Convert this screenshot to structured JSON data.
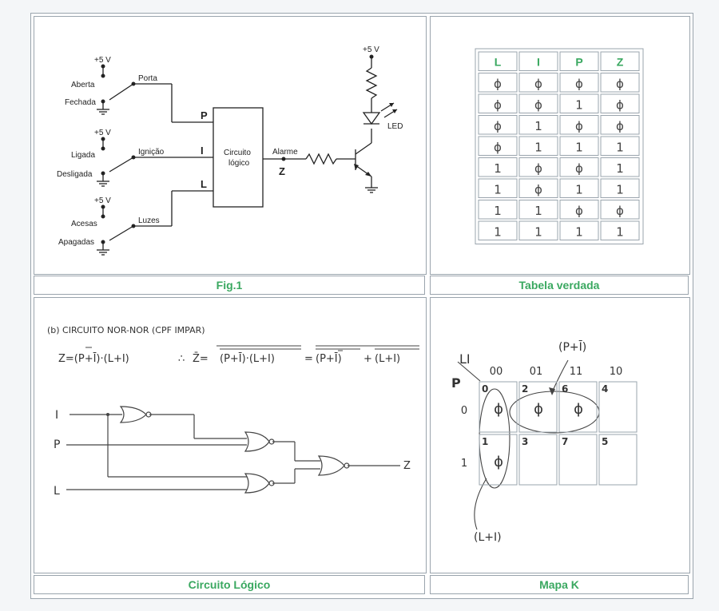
{
  "captions": {
    "fig1": "Fig.1",
    "tabela": "Tabela verdada",
    "circuito": "Circuito Lógico",
    "mapa": "Mapa K"
  },
  "fig1": {
    "v5": "+5 V",
    "porta": {
      "label": "Porta",
      "on": "Aberta",
      "off": "Fechada",
      "letter": "P"
    },
    "ignicao": {
      "label": "Ignição",
      "on": "Ligada",
      "off": "Desligada",
      "letter": "I"
    },
    "luzes": {
      "label": "Luzes",
      "on": "Acesas",
      "off": "Apagadas",
      "letter": "L"
    },
    "block_line1": "Circuito",
    "block_line2": "lógico",
    "alarme": "Alarme",
    "z": "Z",
    "led": "LED"
  },
  "truth_table": {
    "headers": [
      "L",
      "I",
      "P",
      "Z"
    ],
    "rows": [
      [
        "ϕ",
        "ϕ",
        "ϕ",
        "ϕ"
      ],
      [
        "ϕ",
        "ϕ",
        "1",
        "ϕ"
      ],
      [
        "ϕ",
        "1",
        "ϕ",
        "ϕ"
      ],
      [
        "ϕ",
        "1",
        "1",
        "1"
      ],
      [
        "1",
        "ϕ",
        "ϕ",
        "1"
      ],
      [
        "1",
        "ϕ",
        "1",
        "1"
      ],
      [
        "1",
        "1",
        "ϕ",
        "ϕ"
      ],
      [
        "1",
        "1",
        "1",
        "1"
      ]
    ]
  },
  "circuit": {
    "heading": "(b) CIRCUITO NOR-NOR (CPF IMPAR)",
    "eq_left": "Z=(P+Ī)·(L+I)",
    "therefore": "∴",
    "eq_mid": "Z̄=",
    "eq_mid_expr": "(P+Ī)·(L+I)",
    "eq_eq": "=",
    "eq_right_a": "(P+Ī)",
    "eq_plus": "+",
    "eq_right_b": "(L+I)",
    "in_i": "I",
    "in_p": "P",
    "in_l": "L",
    "out_z": "Z"
  },
  "kmap": {
    "var_label": "LI",
    "row_var": "P",
    "col_headers": [
      "00",
      "01",
      "11",
      "10"
    ],
    "row_headers": [
      "0",
      "1"
    ],
    "cell_index": [
      [
        "0",
        "2",
        "6",
        "4"
      ],
      [
        "1",
        "3",
        "7",
        "5"
      ]
    ],
    "cell_value": [
      [
        "ϕ",
        "ϕ",
        "ϕ",
        ""
      ],
      [
        "ϕ",
        "",
        "",
        ""
      ]
    ],
    "group_pi": "(P+Ī)",
    "group_li": "(L+I)"
  }
}
